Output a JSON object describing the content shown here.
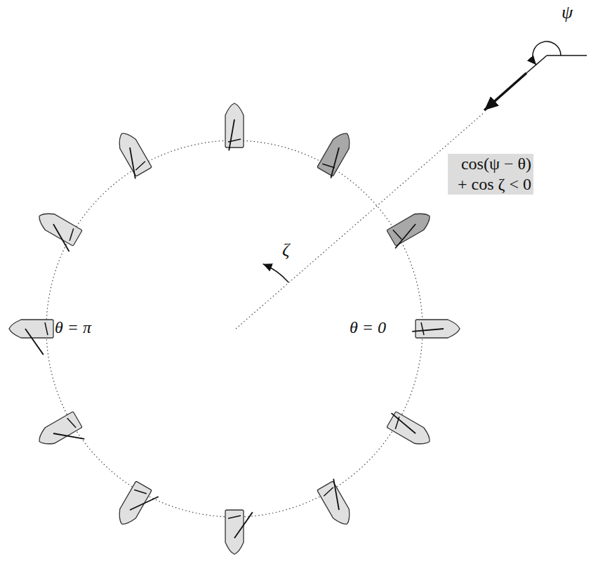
{
  "diagram": {
    "nodes": [
      {
        "text": [
          "cos(ψ − θ) + cos ζ < 0"
        ]
      }
    ],
    "labels": [
      "ψ",
      "ζ",
      "θ = π",
      "θ = 0"
    ]
  }
}
